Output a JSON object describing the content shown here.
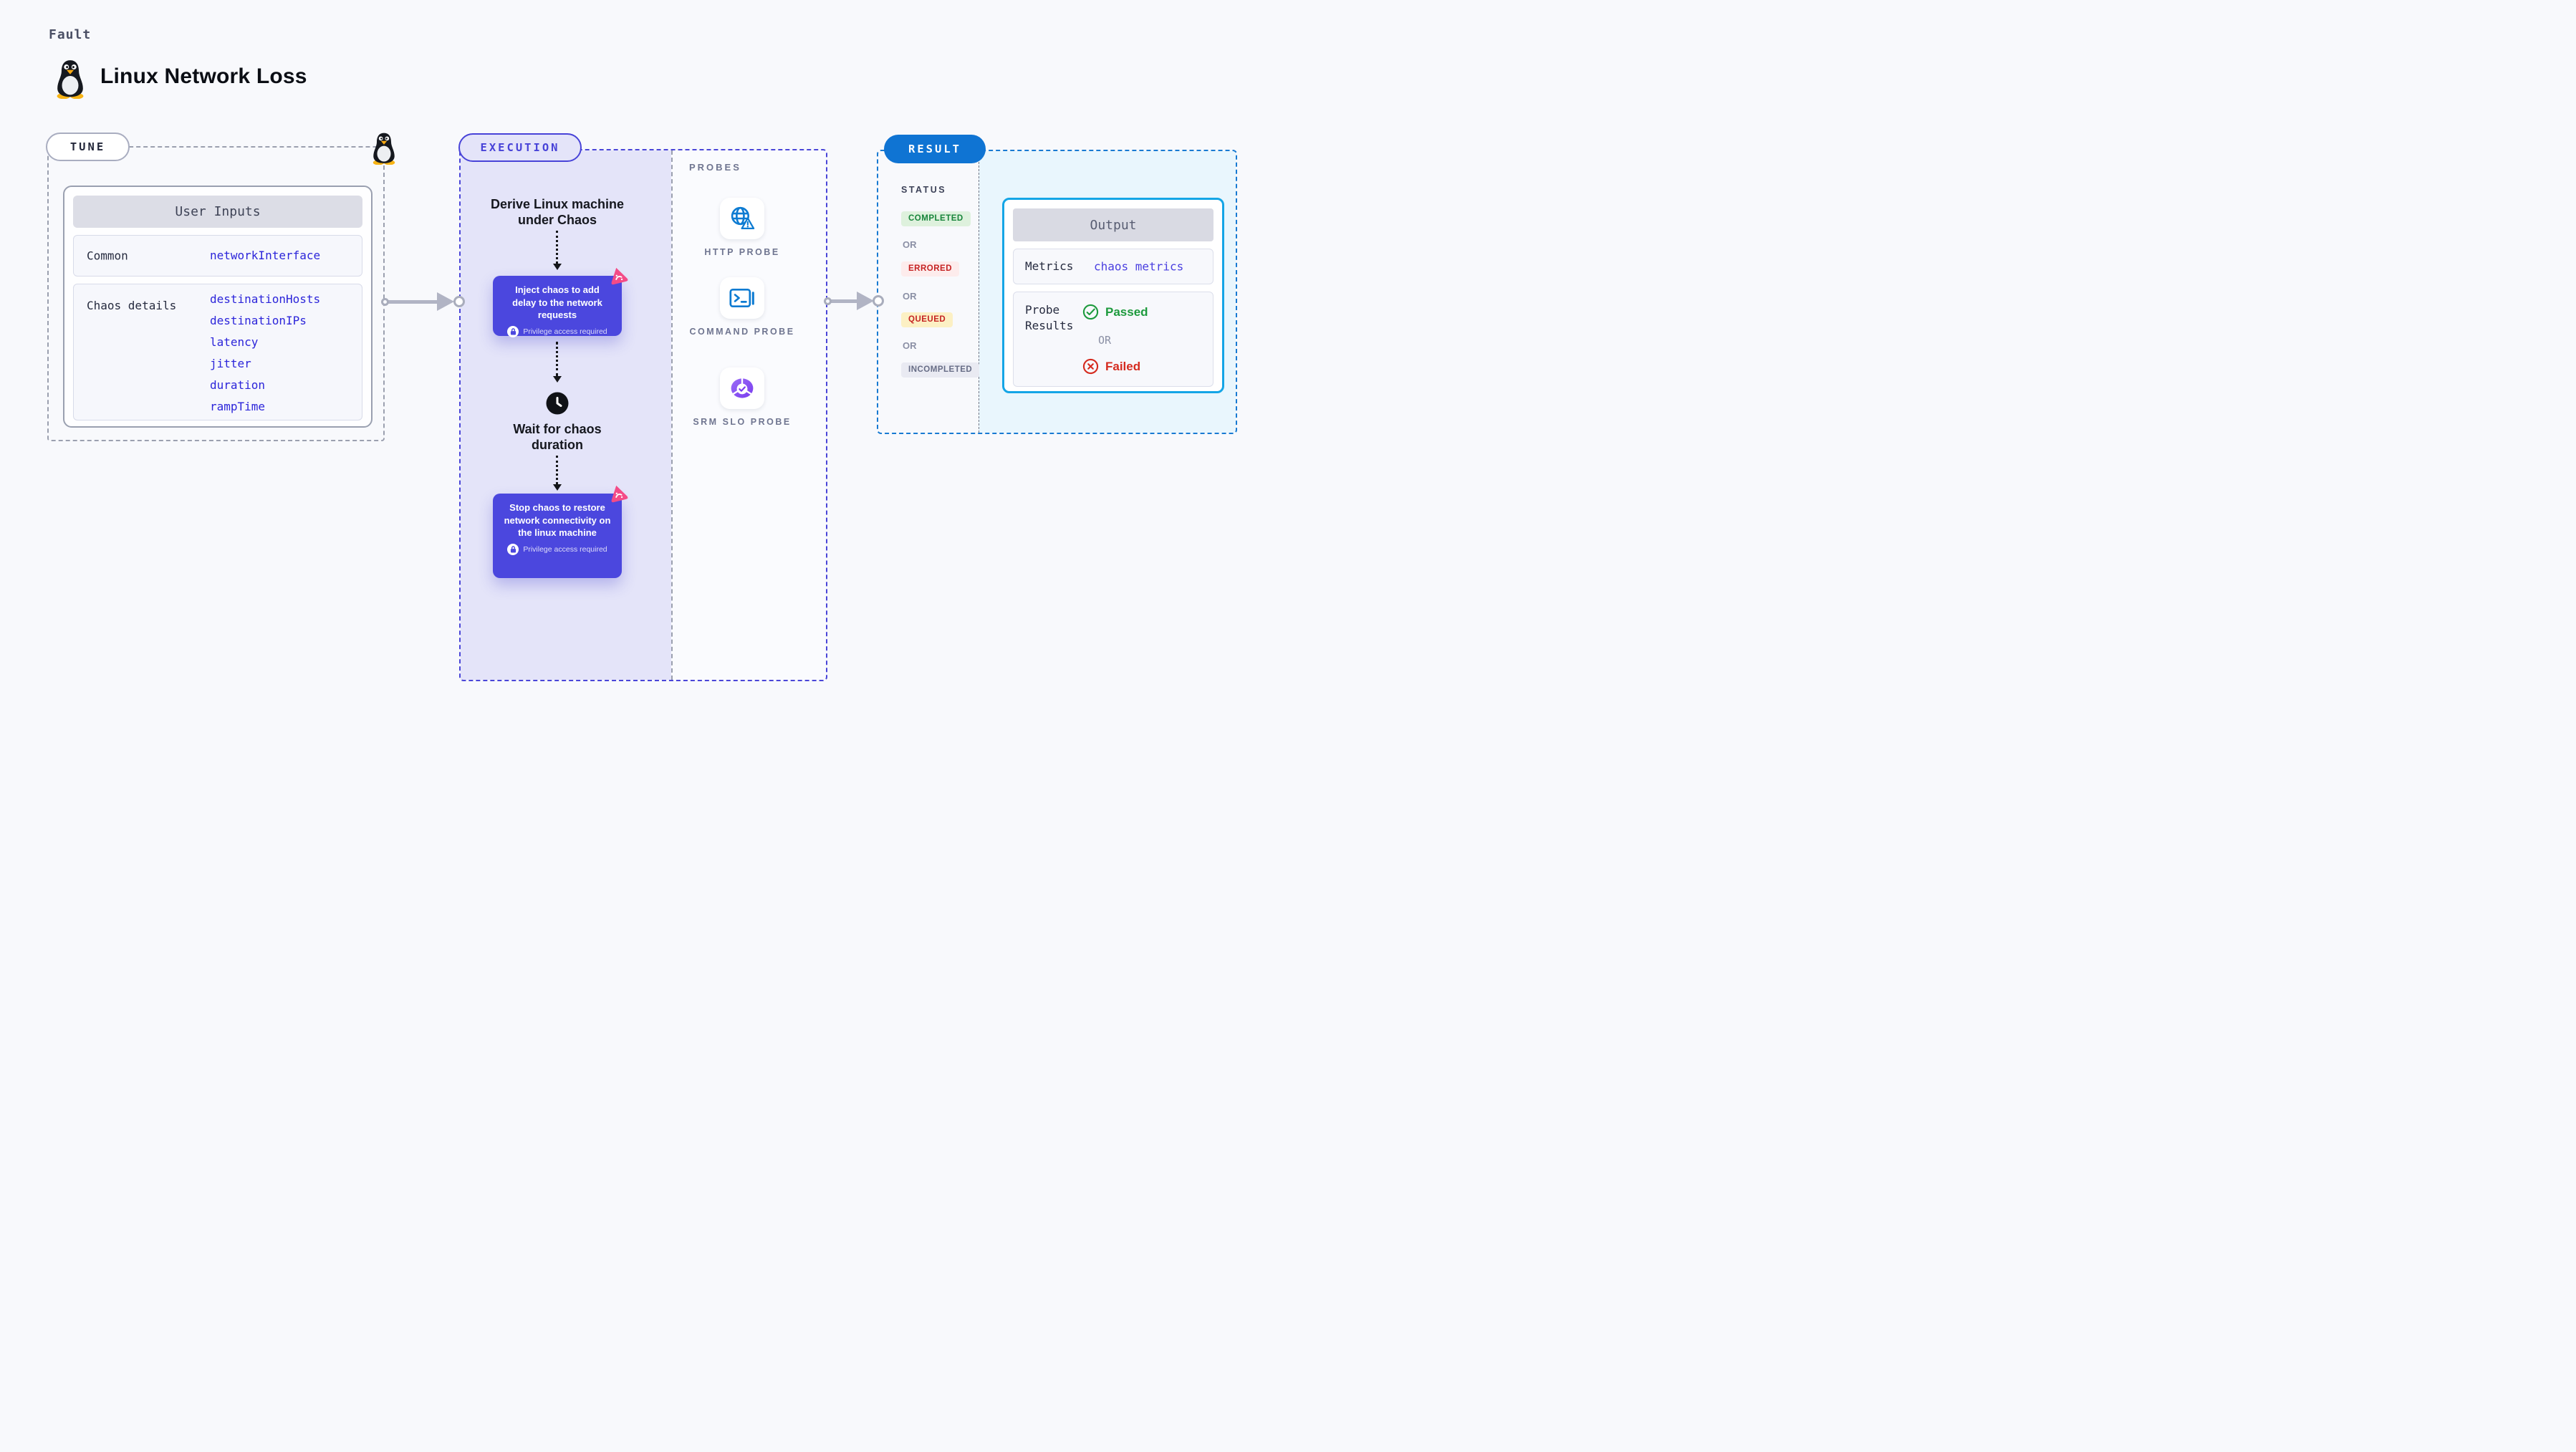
{
  "header": {
    "eyebrow": "Fault",
    "title": "Linux Network Loss"
  },
  "tune": {
    "pill": "TUNE",
    "card_title": "User Inputs",
    "rows": [
      {
        "label": "Common",
        "values": [
          "networkInterface"
        ]
      },
      {
        "label": "Chaos details",
        "values": [
          "destinationHosts",
          "destinationIPs",
          "latency",
          "jitter",
          "duration",
          "rampTime"
        ]
      }
    ]
  },
  "execution": {
    "pill": "EXECUTION",
    "derive_step": "Derive Linux machine under Chaos",
    "inject_step": {
      "title": "Inject chaos to add delay to the network requests",
      "badge": "Privilege access required"
    },
    "wait_step": "Wait for chaos duration",
    "stop_step": {
      "title": "Stop chaos to restore network connectivity on the linux machine",
      "badge": "Privilege access required"
    }
  },
  "probes": {
    "title": "PROBES",
    "items": [
      {
        "label": "HTTP PROBE",
        "icon": "globe-alert-icon"
      },
      {
        "label": "COMMAND PROBE",
        "icon": "terminal-icon"
      },
      {
        "label": "SRM SLO PROBE",
        "icon": "slo-check-icon"
      }
    ]
  },
  "result": {
    "pill": "RESULT",
    "status_title": "STATUS",
    "statuses": [
      "COMPLETED",
      "ERRORED",
      "QUEUED",
      "INCOMPLETED"
    ],
    "or_label": "OR",
    "output": {
      "title": "Output",
      "metrics_label": "Metrics",
      "metrics_value": "chaos metrics",
      "probe_results_label": "Probe Results",
      "passed": "Passed",
      "or_label": "OR",
      "failed": "Failed"
    }
  },
  "colors": {
    "page_bg": "#f8f9fc",
    "indigo": "#4843d8",
    "execution_fill": "#e4e4f9",
    "node_bg": "#4b47de",
    "pink_logo": "#f44b87",
    "result_blue": "#0f74d3",
    "output_border": "#14a5e6",
    "result_fill": "#e9f6fd",
    "link_blue": "#2c25da",
    "green": "#17843a",
    "red": "#c52222",
    "passed_green": "#1d9a3d",
    "failed_red": "#d52b1f",
    "probe_icon_blue": "#0d7bd2",
    "srm_purple": "#7d4df0"
  }
}
